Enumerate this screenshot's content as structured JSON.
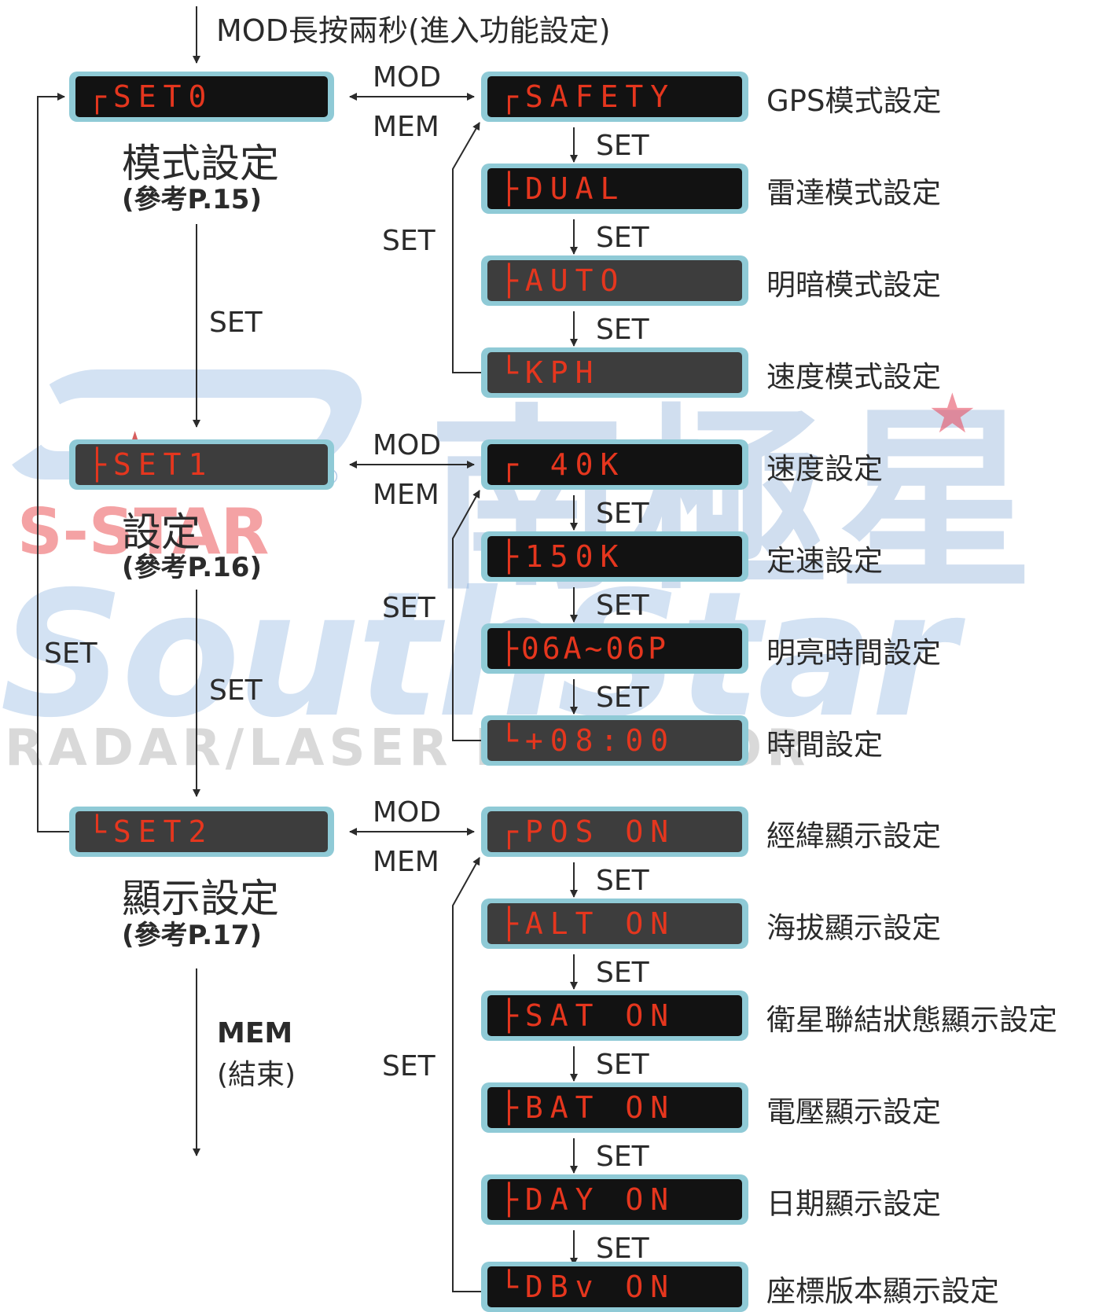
{
  "watermark": {
    "brand_cn": "南極星",
    "brand_en_small": "S-STAR",
    "registered": "®",
    "brand_en_large": "SouthStar",
    "subtitle": "RADAR/LASER DETECTOR"
  },
  "entry_note": "MOD長按兩秒(進入功能設定)",
  "groups": [
    {
      "code": "┌SET0",
      "caption": "模式設定",
      "ref": "(參考P.15)",
      "mod": "MOD",
      "mem": "MEM",
      "items": [
        {
          "code": "┌SAFETY",
          "label": "GPS模式設定"
        },
        {
          "code": "├DUAL",
          "label": "雷達模式設定"
        },
        {
          "code": "├AUTO",
          "label": "明暗模式設定"
        },
        {
          "code": "└KPH",
          "label": "速度模式設定"
        }
      ]
    },
    {
      "code": "├SET1",
      "caption": "設定",
      "ref": "(參考P.16)",
      "mod": "MOD",
      "mem": "MEM",
      "items": [
        {
          "code": "┌ 40K",
          "label": "速度設定"
        },
        {
          "code": "├150K",
          "label": "定速設定"
        },
        {
          "code": "├06A~06P",
          "label": "明亮時間設定"
        },
        {
          "code": "└+08:00",
          "label": "時間設定"
        }
      ]
    },
    {
      "code": "└SET2",
      "caption": "顯示設定",
      "ref": "(參考P.17)",
      "mod": "MOD",
      "mem": "MEM",
      "items": [
        {
          "code": "┌POS ON",
          "label": "經緯顯示設定"
        },
        {
          "code": "├ALT ON",
          "label": "海拔顯示設定"
        },
        {
          "code": "├SAT ON",
          "label": "衛星聯結狀態顯示設定"
        },
        {
          "code": "├BAT ON",
          "label": "電壓顯示設定"
        },
        {
          "code": "├DAY ON",
          "label": "日期顯示設定"
        },
        {
          "code": "└DBv ON",
          "label": "座標版本顯示設定"
        }
      ]
    }
  ],
  "set_label": "SET",
  "end": {
    "line1": "MEM",
    "line2": "(結束)"
  }
}
